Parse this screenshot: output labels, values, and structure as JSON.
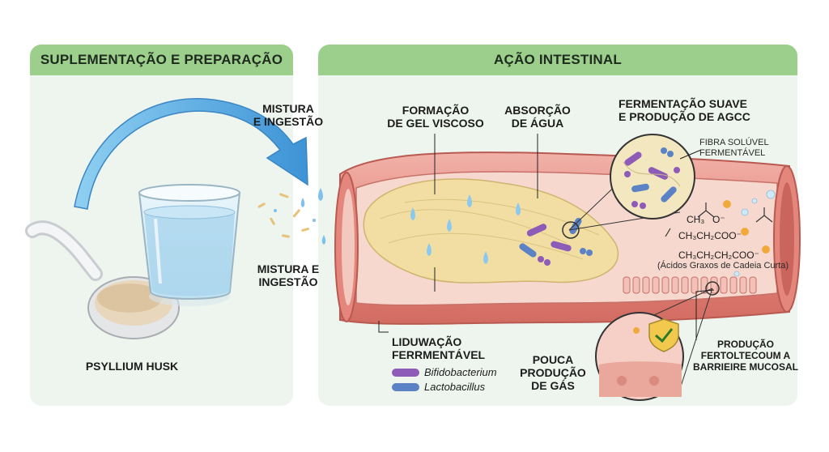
{
  "left_panel": {
    "header": "SUPLEMENTAÇÃO E PREPARAÇÃO",
    "product_label": "PSYLLIUM HUSK"
  },
  "right_panel": {
    "header": "AÇÃO INTESTINAL"
  },
  "arrow_labels": {
    "top": "MISTURA\nE INGESTÃO",
    "bottom": "MISTURA E\nINGESTÃO"
  },
  "callouts": {
    "gel": "FORMAÇÃO\nDE GEL VISCOSO",
    "water": "ABSORÇÃO\nDE ÁGUA",
    "fermentation": "FERMENTAÇÃO SUAVE\nE PRODUÇÃO DE AGCC",
    "fiber": "FIBRA SOLÚVEL\nFERMENTÁVEL",
    "liquefaction": "LIDUWAÇÃO\nFERRMENTÁVEL",
    "gas": "POUCA\nPRODUÇÃO\nDE GÁS",
    "barrier": "PRODUÇÃO\nFERTOLTECOUM A\nBARRIEIRE MUCOSAL",
    "scfa_note": "(Ácidos Graxos de Cadeia Curta)"
  },
  "chemistry": {
    "acetate": "CH₃",
    "acetate_charge": "O⁻",
    "propionate": "CH₃CH₂COO⁻",
    "butyrate": "CH₃CH₂CH₂COO⁻"
  },
  "legend": [
    {
      "name": "Bifidobacterium",
      "color": "#8e5bb8"
    },
    {
      "name": "Lactobacillus",
      "color": "#5b82c4"
    }
  ],
  "colors": {
    "header_green": "#9ccf8c",
    "panel_bg": "#eef5ee",
    "intestine_pink": "#e88f86",
    "gel_yellow": "#f2dfa0",
    "arrow_blue": "#5aa9e0"
  },
  "icons": [
    "spoon-icon",
    "water-glass-icon",
    "curved-arrow-icon",
    "intestine-icon",
    "magnifier-icon",
    "shield-check-icon",
    "bacteria-icon"
  ]
}
